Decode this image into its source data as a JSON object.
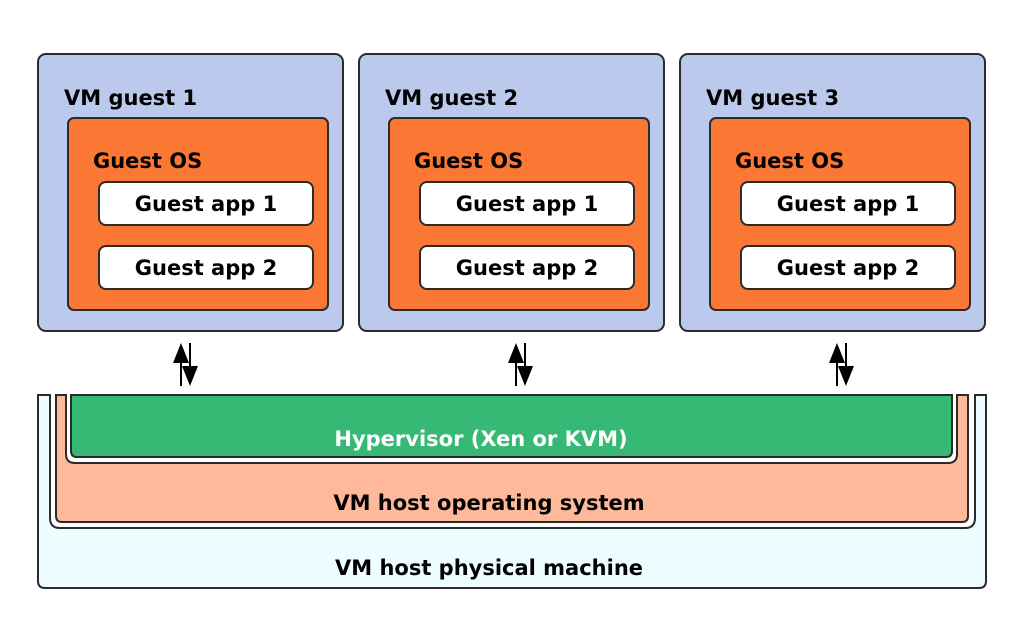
{
  "colors": {
    "vm_guest_bg": "#bac9ec",
    "guest_os_bg": "#fb7834",
    "app_bg": "#ffffff",
    "hypervisor_bg": "#35b975",
    "host_os_bg": "#fdb999",
    "physical_bg": "#eefdff",
    "hypervisor_text": "#ffffff",
    "text": "#000000"
  },
  "guests": [
    {
      "title": "VM guest 1",
      "os_label": "Guest OS",
      "apps": [
        "Guest app 1",
        "Guest app 2"
      ]
    },
    {
      "title": "VM guest 2",
      "os_label": "Guest OS",
      "apps": [
        "Guest app 1",
        "Guest app 2"
      ]
    },
    {
      "title": "VM guest 3",
      "os_label": "Guest OS",
      "apps": [
        "Guest app 1",
        "Guest app 2"
      ]
    }
  ],
  "connectors": [
    "bidirectional-arrow",
    "bidirectional-arrow",
    "bidirectional-arrow"
  ],
  "layers": {
    "hypervisor": "Hypervisor (Xen or KVM)",
    "host_os": "VM host operating system",
    "physical": "VM host physical machine"
  }
}
